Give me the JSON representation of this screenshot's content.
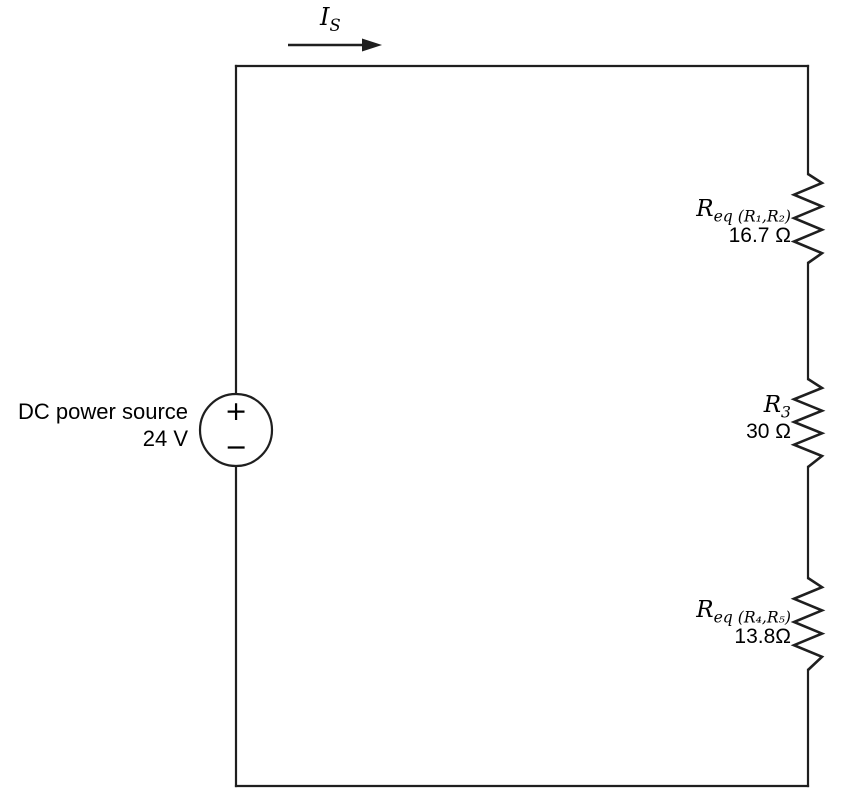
{
  "diagram": {
    "current": {
      "base": "I",
      "sub": "S"
    },
    "source": {
      "name": "DC power source",
      "voltage": "24 V",
      "plus": "+",
      "minus": "−"
    },
    "resistors": [
      {
        "base": "R",
        "sub": "eq (R₁,R₂)",
        "value": "16.7 Ω"
      },
      {
        "base": "R",
        "sub": "3",
        "value": "30 Ω"
      },
      {
        "base": "R",
        "sub": "eq (R₄,R₅)",
        "value": "13.8Ω"
      }
    ]
  },
  "colors": {
    "wire": "#1f1f1f",
    "text": "#000000",
    "background": "#ffffff"
  }
}
